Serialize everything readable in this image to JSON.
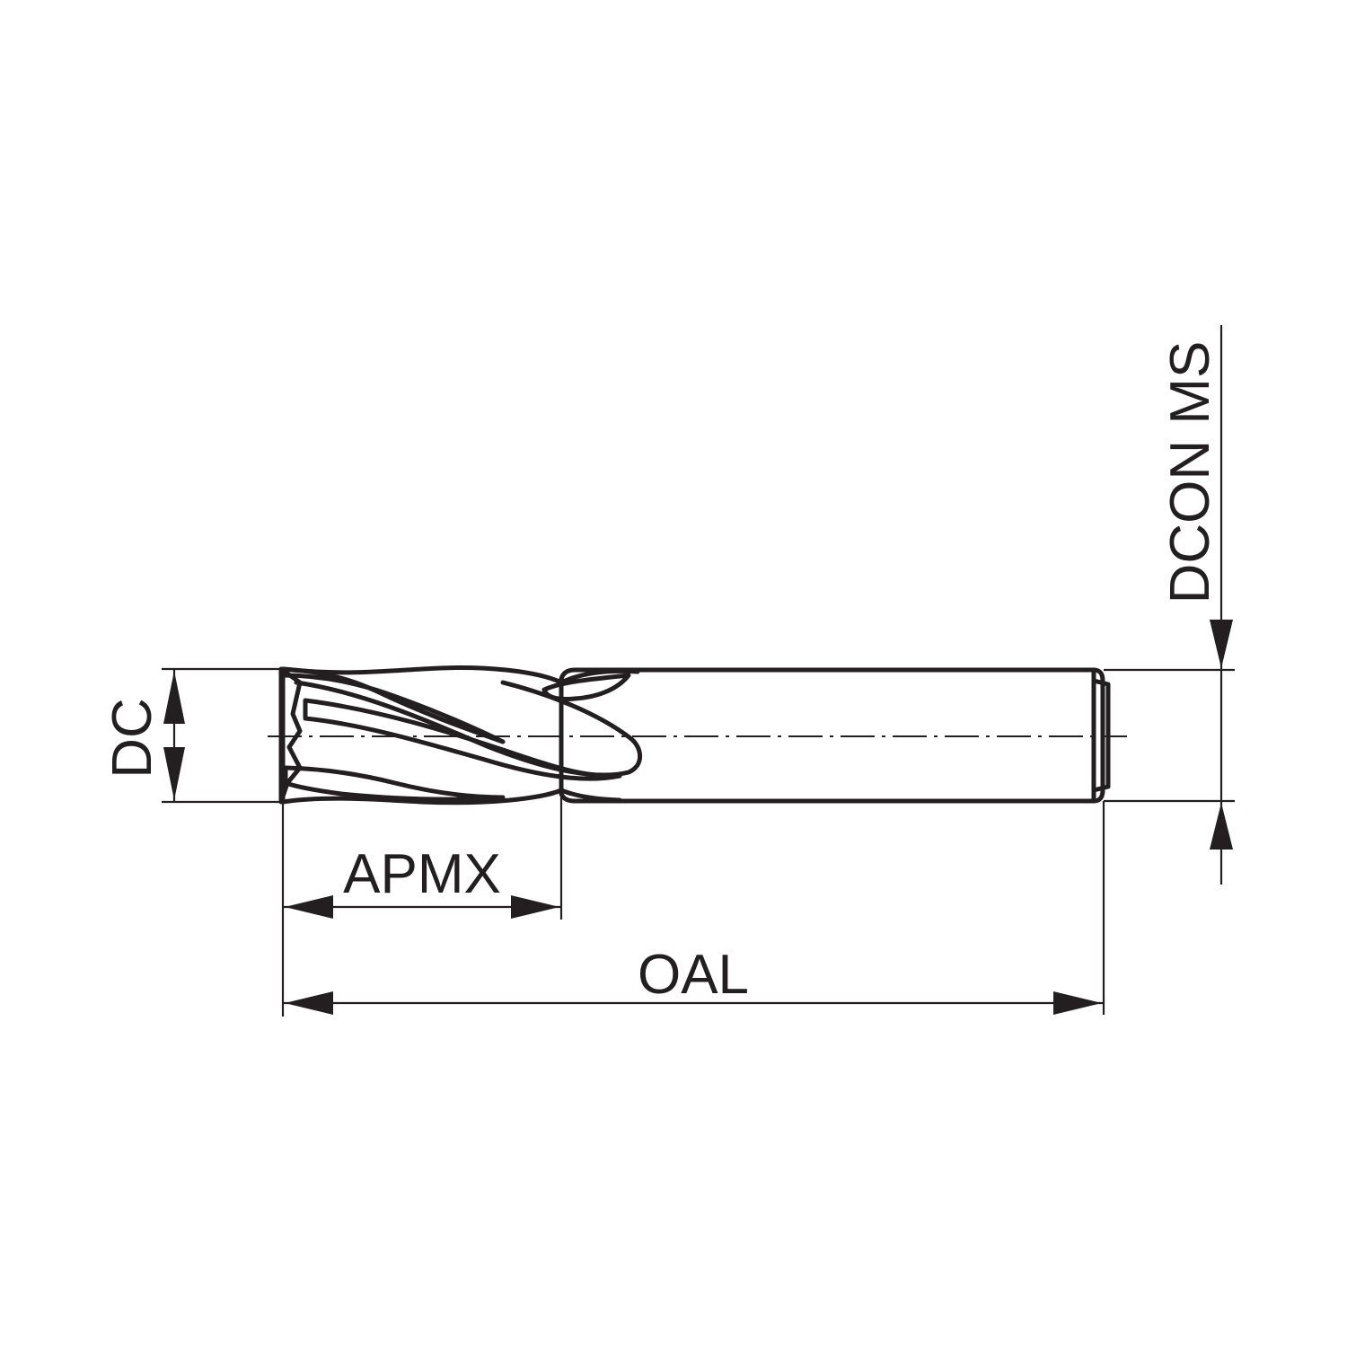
{
  "labels": {
    "dc": "DC",
    "apmx": "APMX",
    "oal": "OAL",
    "dcon": "DCON MS"
  },
  "colors": {
    "line": "#231f20",
    "background": "#ffffff",
    "shank_light": "#f2f2f2",
    "shank_dark": "#7f7f7f"
  },
  "icons": [
    "end-mill-drawing",
    "dimension-arrow"
  ]
}
